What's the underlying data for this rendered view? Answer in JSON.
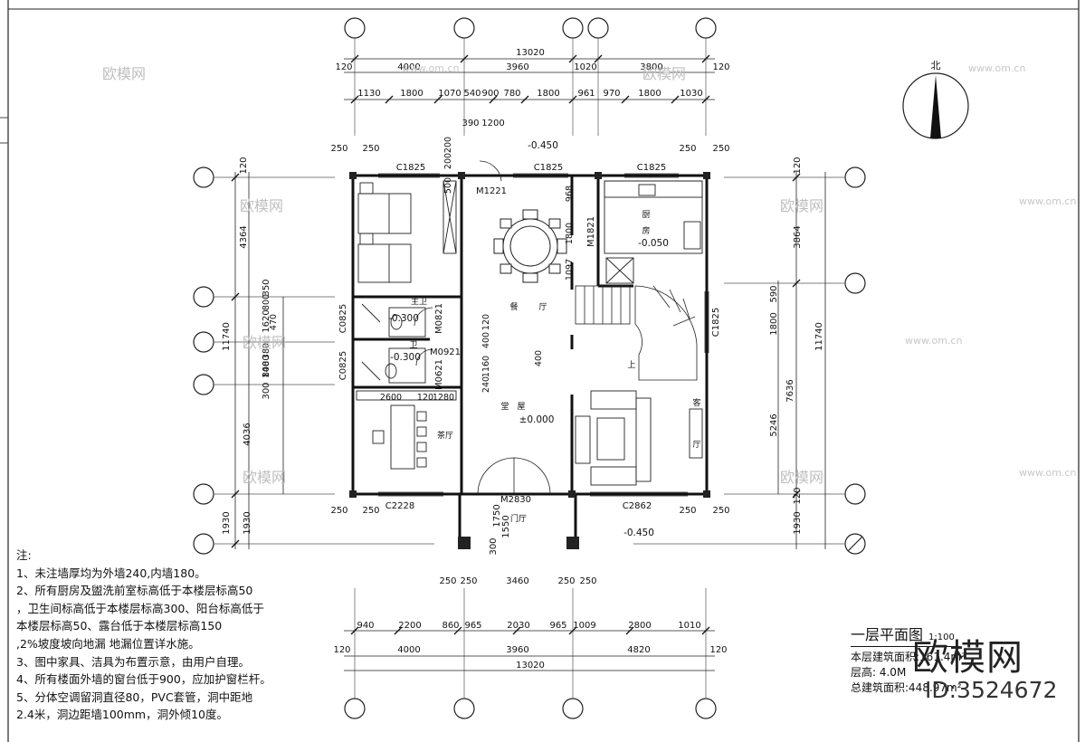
{
  "plan": {
    "north_label": "北",
    "dims_top_total": "13020",
    "dims_top_mid": [
      "120",
      "4000",
      "3960",
      "1020",
      "3800",
      "120"
    ],
    "dims_top_detail": [
      "1130",
      "1800",
      "1070",
      "540",
      "900",
      "780",
      "1800",
      "961",
      "970",
      "1800",
      "1030"
    ],
    "dims_top_small": [
      "390",
      "1200"
    ],
    "dims_bottom_detail": [
      "940",
      "2200",
      "860",
      "965",
      "2030",
      "965",
      "1009",
      "2800",
      "1010"
    ],
    "dims_bottom_mid": [
      "120",
      "4000",
      "3960",
      "4820",
      "120"
    ],
    "dims_bottom_total": "13020",
    "dims_left_outer": [
      "120",
      "4364",
      "11740",
      "1930"
    ],
    "dims_left_inner": [
      "350",
      "1620",
      "1480",
      "300",
      "4036",
      "1930"
    ],
    "dims_right_outer": [
      "120",
      "3864",
      "11740",
      "1930"
    ],
    "dims_right_inner": [
      "590",
      "1800",
      "7636",
      "5246",
      "120"
    ],
    "dims_250": "250",
    "dims_porch": [
      "3460",
      "1550",
      "1750",
      "300"
    ],
    "windows": [
      "C1825",
      "C1825",
      "C1825",
      "C2228",
      "C2862",
      "C0825",
      "C0825",
      "C1825"
    ],
    "doors": [
      "M1221",
      "M1821",
      "M0821",
      "M0921",
      "M0621",
      "M2830"
    ],
    "levels": [
      "-0.450",
      "-0.050",
      "-0.300",
      "-0.300",
      "±0.000",
      "-0.450"
    ],
    "rooms": {
      "kitchen": "厨",
      "kitchen2": "房",
      "dining": "餐",
      "dining2": "厅",
      "hall": "堂",
      "hall2": "屋",
      "tea": "茶厅",
      "living": "客",
      "living2": "厅",
      "foyer": "门厅",
      "up": "上",
      "bath1": "主卫",
      "bath2": "卫"
    },
    "misc_dims": [
      "200",
      "200",
      "500",
      "968",
      "1800",
      "1097",
      "800",
      "470",
      "380",
      "800",
      "2600",
      "120",
      "1280",
      "400",
      "1160",
      "400",
      "120",
      "240"
    ]
  },
  "notes": {
    "title": "注:",
    "lines": [
      "1、未注墙厚均为外墙240,内墙180。",
      "2、所有厨房及盥洗前室标高低于本楼层标高50",
      "，卫生间标高低于本楼层标高300、阳台标高低于",
      "本楼层标高50、露台低于本楼层标高150",
      ",2%坡度坡向地漏 地漏位置详水施。",
      "3、图中家具、洁具为布置示意，由用户自理。",
      "4、所有楼面外墙的窗台低于900，应加护窗栏杆。",
      "5、分体空调留洞直径80，PVC套管，洞中距地",
      "2.4米，洞边距墙100mm，洞外倾10度。"
    ]
  },
  "titleblock": {
    "title": "一层平面图",
    "scale": "1:100",
    "area": "本层建筑面积:161.4m²",
    "height": "层高: 4.0M",
    "total": "总建筑面积:448.97m²"
  },
  "brand": {
    "name": "欧模网",
    "id": "ID:3524672"
  },
  "watermark": {
    "text": "欧模网",
    "url": "www.om.cn"
  }
}
